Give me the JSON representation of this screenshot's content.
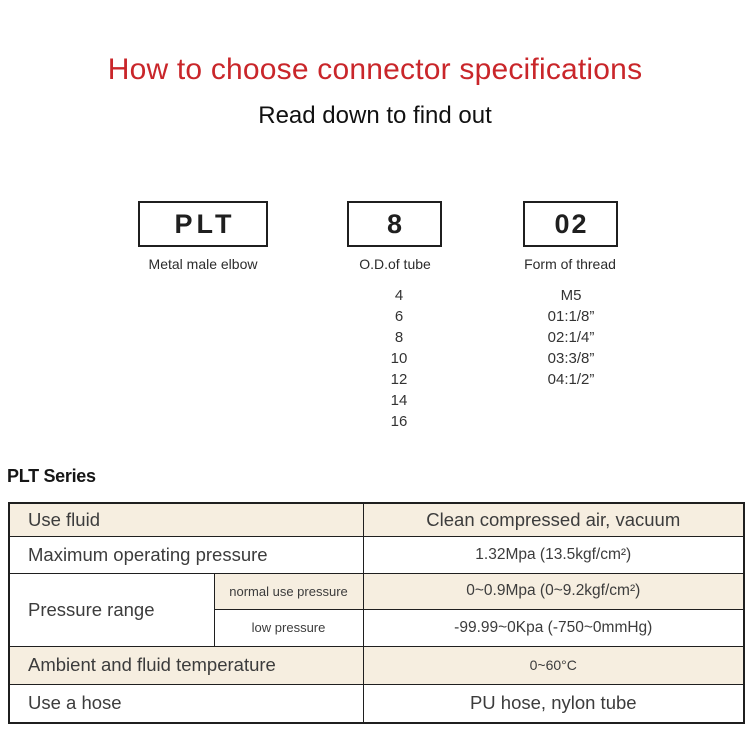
{
  "page": {
    "title": "How to choose connector specifications",
    "subtitle": "Read down to find out"
  },
  "selector": {
    "segments": [
      {
        "code": "PLT",
        "caption": "Metal male elbow"
      },
      {
        "code": "8",
        "caption": "O.D.of tube",
        "options": [
          "4",
          "6",
          "8",
          "10",
          "12",
          "14",
          "16"
        ]
      },
      {
        "code": "02",
        "caption": "Form of thread",
        "options": [
          "M5",
          "01:1/8”",
          "02:1/4”",
          "03:3/8”",
          "04:1/2”"
        ]
      }
    ]
  },
  "series_heading": "PLT Series",
  "spec_table": {
    "rows": [
      {
        "label": "Use fluid",
        "value": "Clean compressed air, vacuum"
      },
      {
        "label": "Maximum operating pressure",
        "value": "1.32Mpa  (13.5kgf/cm²)"
      },
      {
        "label": "Pressure range",
        "sub_rows": [
          {
            "label": "normal use pressure",
            "value": "0~0.9Mpa  (0~9.2kgf/cm²)"
          },
          {
            "label": "low pressure",
            "value": "-99.99~0Kpa  (-750~0mmHg)"
          }
        ]
      },
      {
        "label": "Ambient and fluid temperature",
        "value": "0~60°C"
      },
      {
        "label": "Use a hose",
        "value": "PU hose, nylon tube"
      }
    ]
  },
  "colors": {
    "accent_red": "#c9262a",
    "row_beige": "#f6eee0",
    "border": "#1f1f1f"
  }
}
